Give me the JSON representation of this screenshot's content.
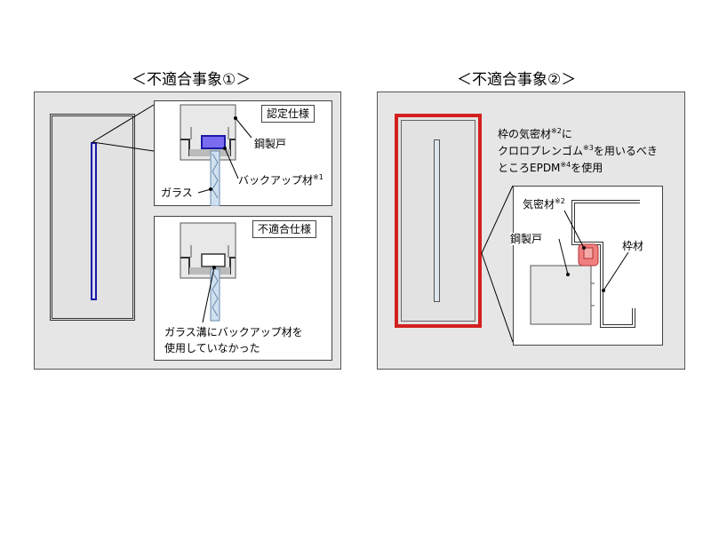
{
  "left": {
    "heading": "＜不適合事象①＞",
    "certified": {
      "tag": "認定仕様",
      "steel_door": "鋼製戸",
      "backup": "バックアップ材",
      "backup_note": "※1",
      "glass": "ガラス"
    },
    "nonconforming": {
      "tag": "不適合仕様",
      "caption_line1": "ガラス溝にバックアップ材を",
      "caption_line2": "使用していなかった"
    }
  },
  "right": {
    "heading": "＜不適合事象②＞",
    "desc_line1_a": "枠の気密材",
    "desc_line1_note": "※2",
    "desc_line1_b": "に",
    "desc_line2_a": "クロロプレンゴム",
    "desc_line2_note": "※3",
    "desc_line2_b": "を用いるべき",
    "desc_line3_a": "ところEPDM",
    "desc_line3_note": "※4",
    "desc_line3_b": "を使用",
    "airtight": "気密材",
    "airtight_note": "※2",
    "steel_door": "鋼製戸",
    "frame": "枠材"
  },
  "colors": {
    "panel_bg": "#e6e6e6",
    "highlight_blue": "#1a1aa8",
    "highlight_red": "#d41f1f",
    "gasket_pink": "#f08080",
    "backup_purple": "#7a6cf0"
  }
}
